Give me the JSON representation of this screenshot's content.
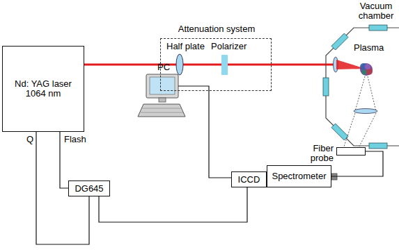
{
  "diagram": {
    "nodes": [
      {
        "text": [
          "Nd: YAG laser 1064 nm"
        ]
      },
      {
        "text": [
          "Attenuation system",
          "Half plate",
          "Polarizer"
        ]
      },
      {
        "text": [
          "Vacuum chamber",
          "Plasma"
        ]
      },
      {
        "text": [
          "Fiber probe"
        ]
      },
      {
        "text": [
          "DG645"
        ]
      },
      {
        "text": [
          "ICCD"
        ]
      },
      {
        "text": [
          "Spectrometer"
        ]
      }
    ],
    "edges": [
      {
        "from": 0,
        "to": 1,
        "arrow": "none"
      },
      {
        "from": 1,
        "to": 2,
        "arrow": "none"
      },
      {
        "from": 0,
        "to": 4,
        "arrow": "none"
      },
      {
        "from": 0,
        "to": 4,
        "arrow": "none"
      },
      {
        "from": 4,
        "to": 5,
        "arrow": "none"
      },
      {
        "from": 3,
        "to": 6,
        "arrow": "none"
      }
    ],
    "labels": [
      "Q",
      "Flash",
      "PC"
    ]
  }
}
